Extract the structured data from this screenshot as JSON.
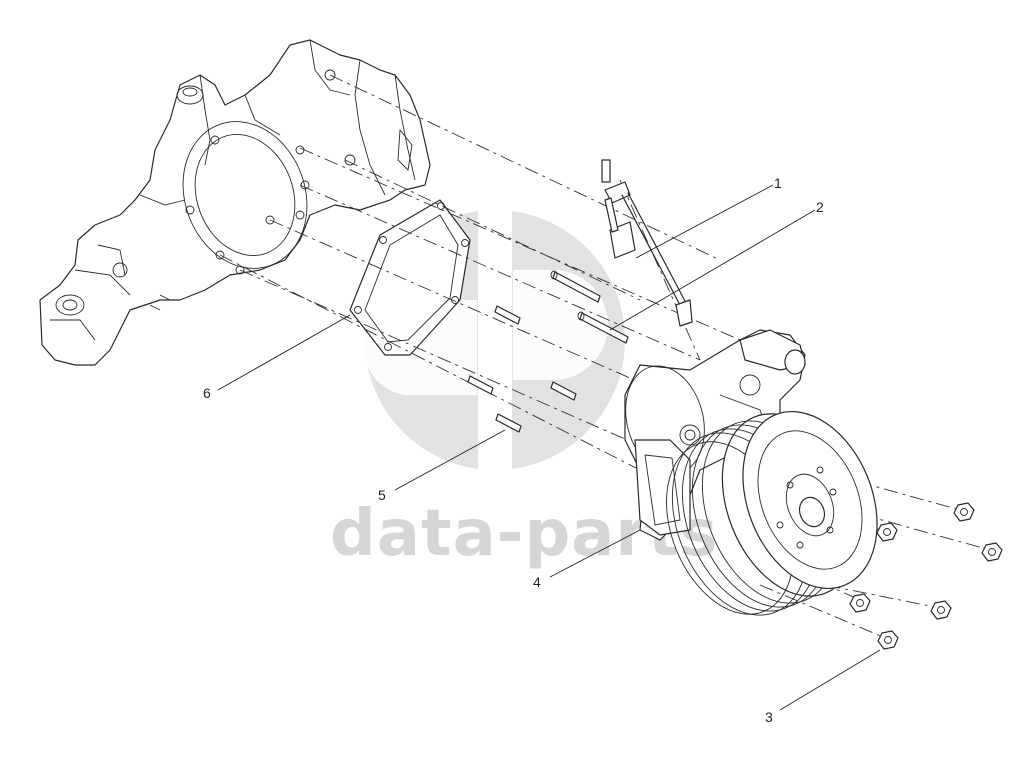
{
  "watermark": {
    "text": "data-parts",
    "color": "#d6d6d6"
  },
  "callouts": [
    {
      "id": "1",
      "label": "1"
    },
    {
      "id": "2",
      "label": "2"
    },
    {
      "id": "3",
      "label": "3"
    },
    {
      "id": "4",
      "label": "4"
    },
    {
      "id": "5",
      "label": "5"
    },
    {
      "id": "6",
      "label": "6"
    }
  ]
}
